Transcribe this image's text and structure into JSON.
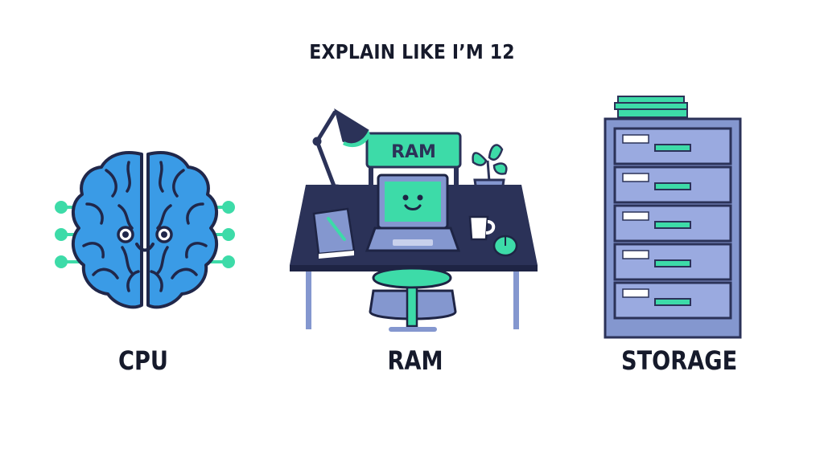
{
  "title": "EXPLAIN LIKE I’M 12",
  "components": [
    {
      "label": "CPU",
      "icon": "smiling-brain-icon",
      "color": "#3a9be6"
    },
    {
      "label": "RAM",
      "icon": "desk-workspace-icon",
      "sign_text": "RAM",
      "color": "#3ddba8"
    },
    {
      "label": "STORAGE",
      "icon": "filing-cabinet-icon",
      "drawers": 5,
      "color": "#8497cf"
    }
  ],
  "colors": {
    "navy": "#2b3258",
    "teal": "#3ddba8",
    "blue": "#3a9be6",
    "periwinkle": "#8497cf"
  }
}
